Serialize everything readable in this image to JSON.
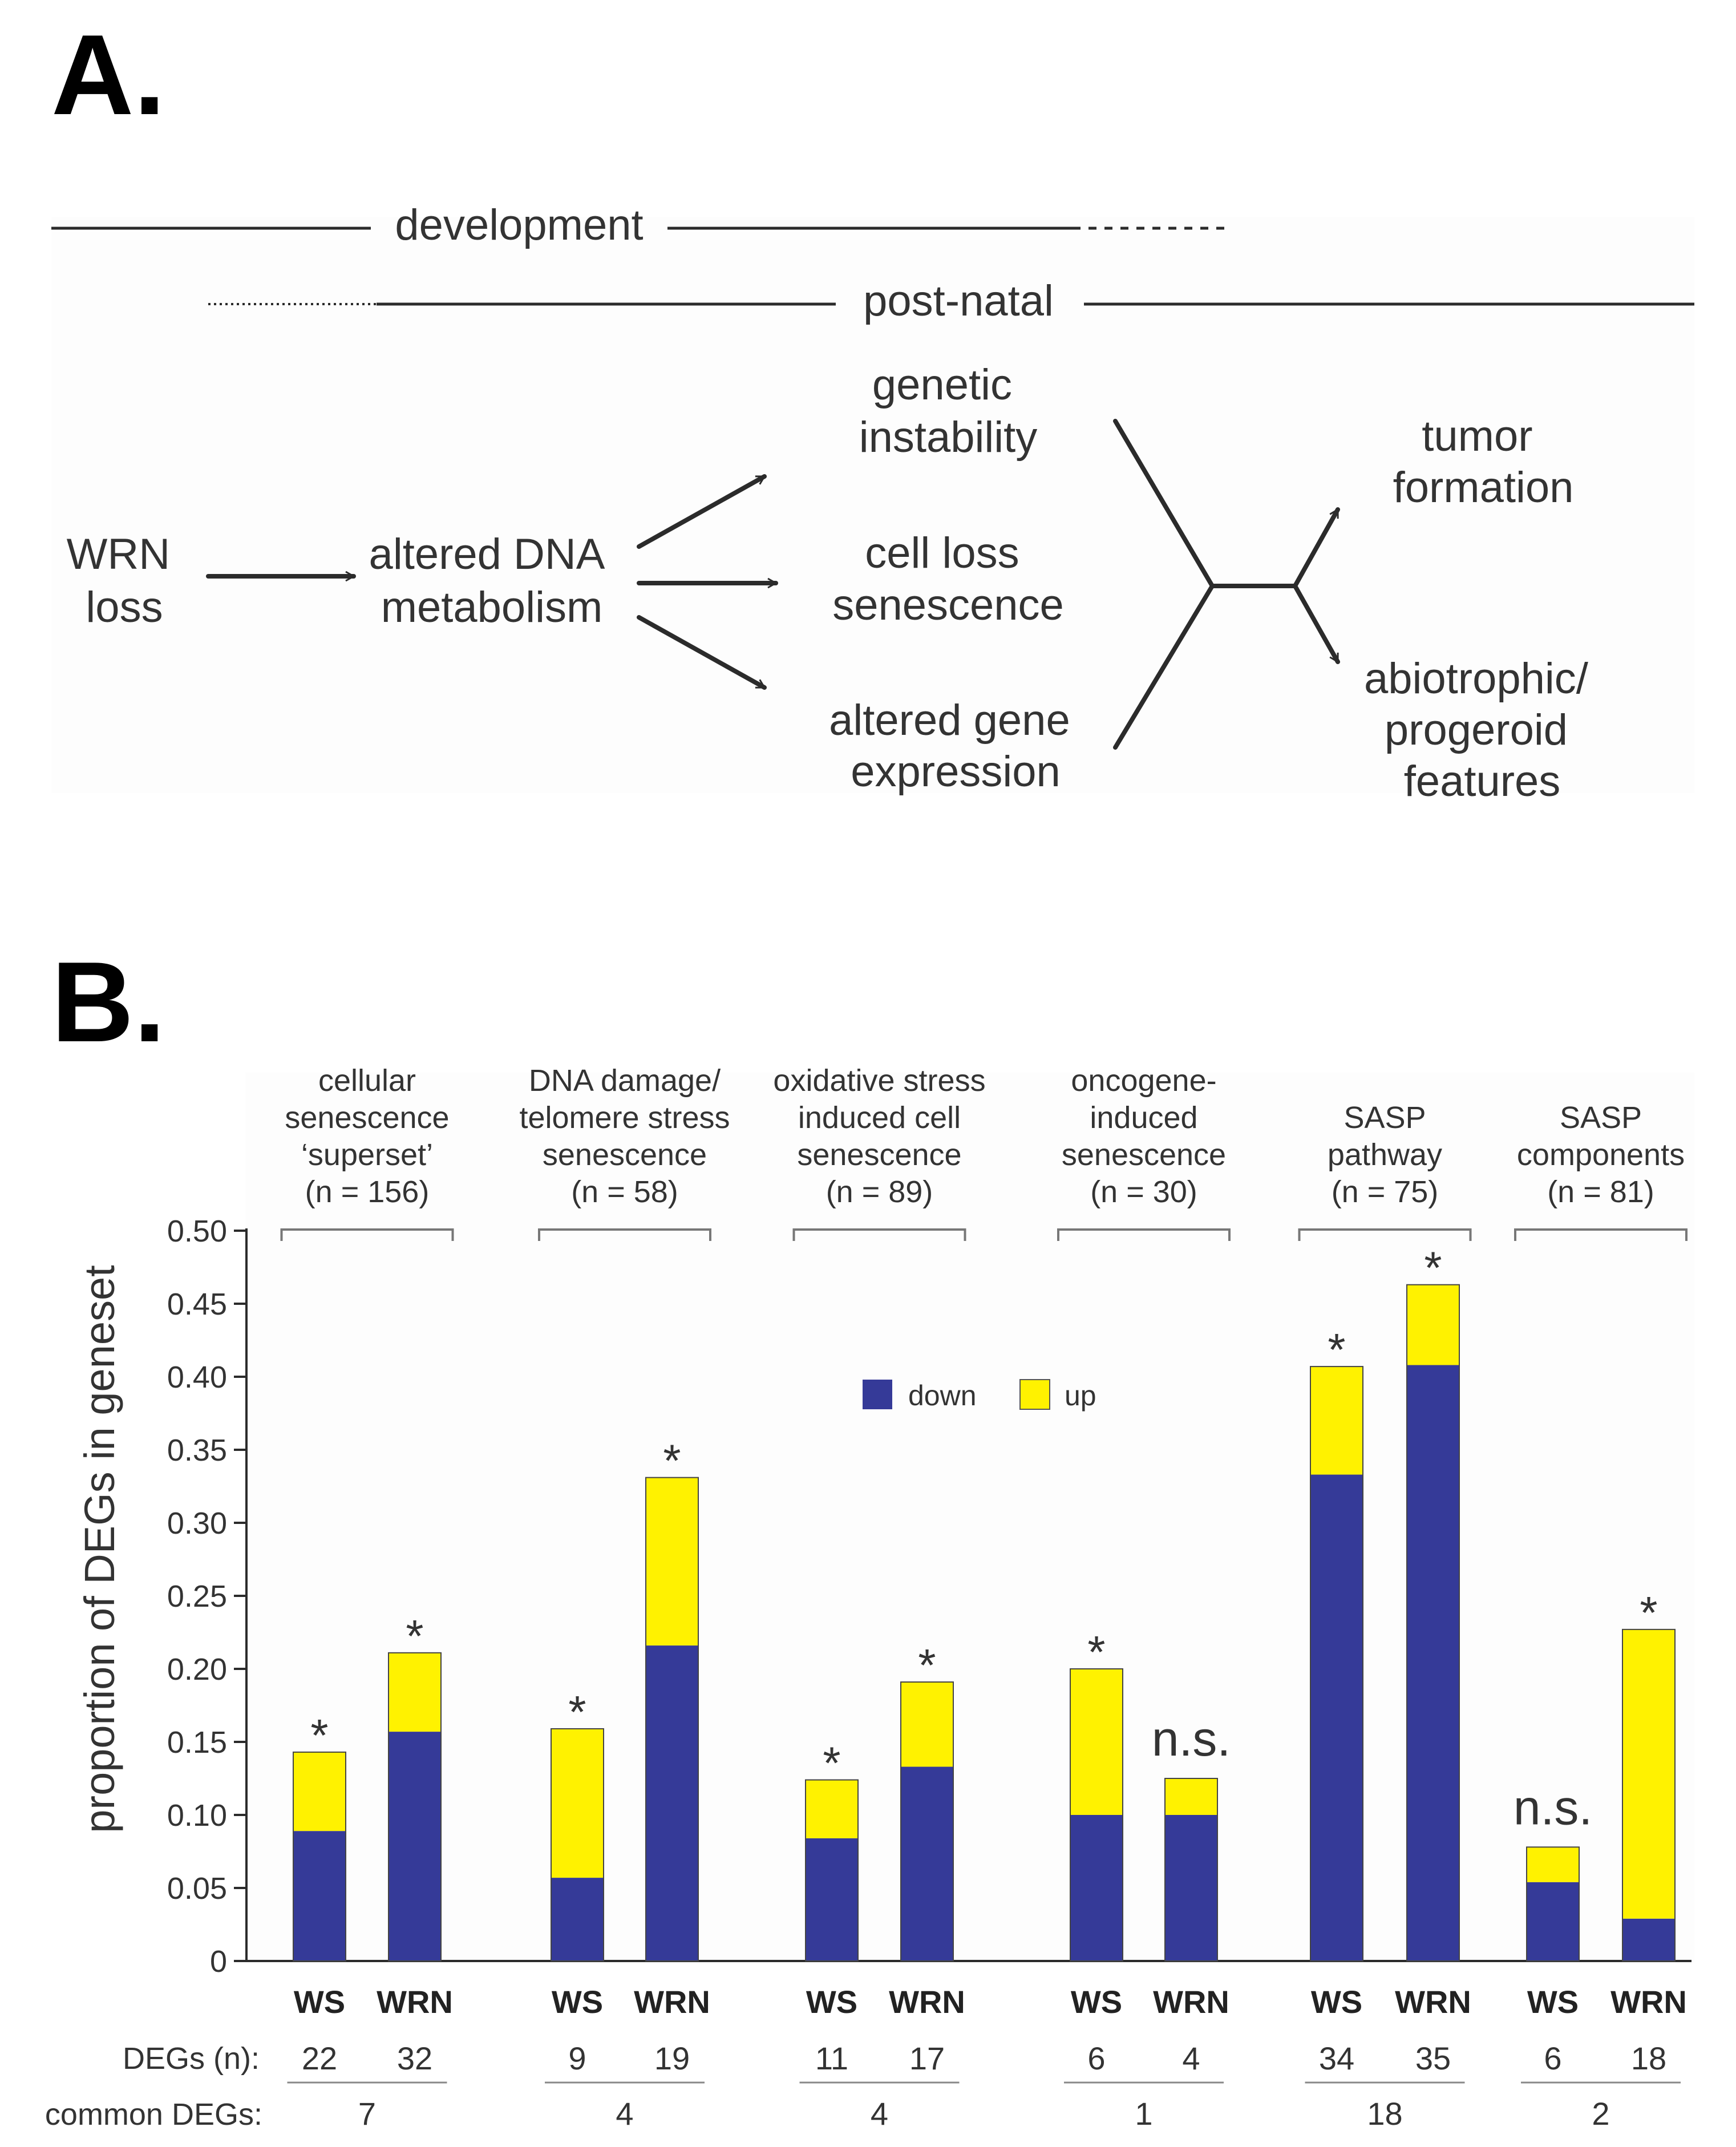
{
  "panel_a": {
    "letter": "A.",
    "timeline": {
      "development": "development",
      "post_natal": "post-natal"
    },
    "nodes": {
      "wrn_loss": [
        "WRN",
        "loss"
      ],
      "altered_dna": [
        "altered DNA",
        "metabolism"
      ],
      "genetic": [
        "genetic",
        "instability"
      ],
      "cell_loss": [
        "cell loss",
        "senescence"
      ],
      "altered_gene": [
        "altered gene",
        "expression"
      ],
      "tumor": [
        "tumor",
        "formation"
      ],
      "abiotrophic": [
        "abiotrophic/",
        "progeroid",
        "features"
      ]
    }
  },
  "panel_b": {
    "letter": "B.",
    "ylabel": "proportion of DEGs in geneset",
    "legend": {
      "down": "down",
      "up": "up"
    },
    "row_labels": {
      "degs": "DEGs (n):",
      "common": "common DEGs:"
    },
    "colors": {
      "down": "#353a98",
      "up": "#fff200"
    },
    "chart_data": {
      "type": "bar",
      "stacked": true,
      "ylim": [
        0,
        0.5
      ],
      "yticks": [
        "0",
        "0.05",
        "0.10",
        "0.15",
        "0.20",
        "0.25",
        "0.30",
        "0.35",
        "0.40",
        "0.45",
        "0.50"
      ],
      "groups": [
        {
          "label": [
            "cellular",
            "senescence",
            "‘superset’",
            "(n = 156)"
          ],
          "common": "7",
          "bars": [
            {
              "name": "WS",
              "down": 0.089,
              "up": 0.054,
              "degs": "22",
              "mark": "*"
            },
            {
              "name": "WRN",
              "down": 0.157,
              "up": 0.054,
              "degs": "32",
              "mark": "*"
            }
          ]
        },
        {
          "label": [
            "DNA damage/",
            "telomere stress",
            "senescence",
            "(n = 58)"
          ],
          "common": "4",
          "bars": [
            {
              "name": "WS",
              "down": 0.057,
              "up": 0.102,
              "degs": "9",
              "mark": "*"
            },
            {
              "name": "WRN",
              "down": 0.216,
              "up": 0.115,
              "degs": "19",
              "mark": "*"
            }
          ]
        },
        {
          "label": [
            "oxidative stress",
            "induced cell",
            "senescence",
            "(n = 89)"
          ],
          "common": "4",
          "bars": [
            {
              "name": "WS",
              "down": 0.084,
              "up": 0.04,
              "degs": "11",
              "mark": "*"
            },
            {
              "name": "WRN",
              "down": 0.133,
              "up": 0.058,
              "degs": "17",
              "mark": "*"
            }
          ]
        },
        {
          "label": [
            "oncogene-",
            "induced",
            "senescence",
            "(n = 30)"
          ],
          "common": "1",
          "bars": [
            {
              "name": "WS",
              "down": 0.1,
              "up": 0.1,
              "degs": "6",
              "mark": "*"
            },
            {
              "name": "WRN",
              "down": 0.1,
              "up": 0.025,
              "degs": "4",
              "mark": "n.s."
            }
          ]
        },
        {
          "label": [
            "SASP",
            "pathway",
            "(n = 75)"
          ],
          "common": "18",
          "bars": [
            {
              "name": "WS",
              "down": 0.333,
              "up": 0.074,
              "degs": "34",
              "mark": "*"
            },
            {
              "name": "WRN",
              "down": 0.408,
              "up": 0.055,
              "degs": "35",
              "mark": "*"
            }
          ]
        },
        {
          "label": [
            "SASP",
            "components",
            "(n = 81)"
          ],
          "common": "2",
          "bars": [
            {
              "name": "WS",
              "down": 0.054,
              "up": 0.024,
              "degs": "6",
              "mark": "n.s."
            },
            {
              "name": "WRN",
              "down": 0.029,
              "up": 0.198,
              "degs": "18",
              "mark": "*"
            }
          ]
        }
      ]
    }
  }
}
